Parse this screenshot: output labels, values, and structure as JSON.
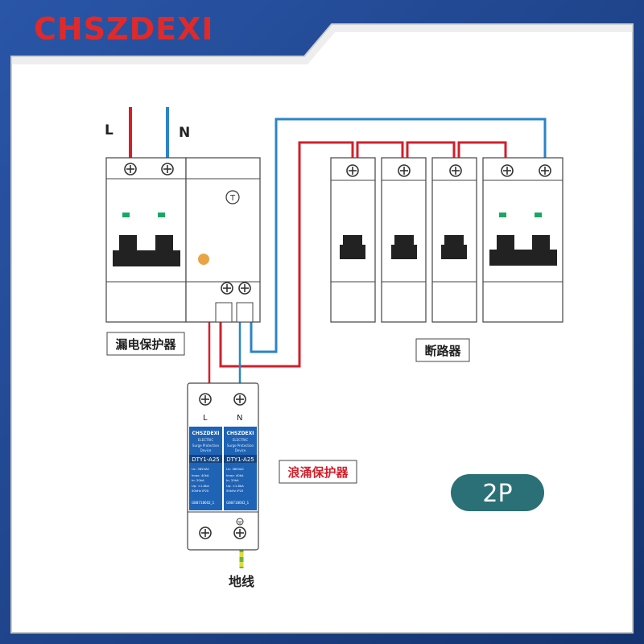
{
  "brand": {
    "name": "CHSZDEXI"
  },
  "terminals": {
    "line": "L",
    "neutral": "N",
    "test_button": "T"
  },
  "labels": {
    "rcbo": "漏电保护器",
    "breakers": "断路器",
    "spd": "浪涌保护器",
    "ground": "地线"
  },
  "spd": {
    "terminal_line": "L",
    "terminal_neutral": "N",
    "modules": [
      {
        "brand": "CHSZDEXI",
        "subtitle": "ELECTRIC",
        "desc1": "Surge Protection",
        "desc2": "Device",
        "model": "DTY1-A25",
        "specs": [
          "Uc: 385VAC",
          "Imax: 40kA",
          "In: 20kA",
          "Up: <1.8kA",
          "50kHz  IP20"
        ],
        "standard": "GB8718002_1"
      },
      {
        "brand": "CHSZDEXI",
        "subtitle": "ELECTRIC",
        "desc1": "Surge Protection",
        "desc2": "Device",
        "model": "DTY1-A25",
        "specs": [
          "Uc: 385VAC",
          "Imax: 40kA",
          "In: 20kA",
          "Up: <1.8kA",
          "50kHz  IP20"
        ],
        "standard": "GB8718002_1"
      }
    ]
  },
  "badge": {
    "text": "2P"
  },
  "colors": {
    "brand_red": "#e02a2a",
    "frame_blue": "#1b3f8a",
    "wire_red": "#d21f2b",
    "wire_blue": "#2b84c6",
    "badge_teal": "#2a7076",
    "spd_blue": "#1f63b5",
    "indicator_green": "#18a866",
    "indicator_orange": "#e9a444",
    "ground_yellow": "#e2da3c",
    "ground_green": "#63b84a"
  }
}
